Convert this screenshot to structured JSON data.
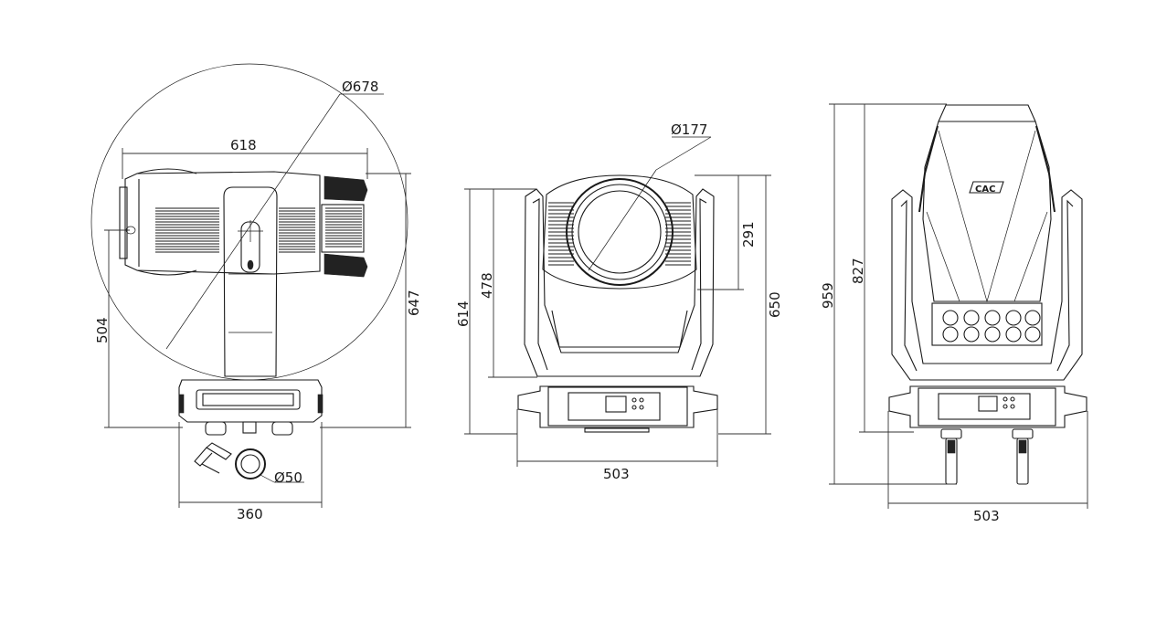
{
  "dimensions": {
    "side": {
      "head_diameter": "Ø678",
      "head_length": "618",
      "height_to_axis": "504",
      "total_height": "647",
      "clamp_diameter": "Ø50",
      "base_width": "360"
    },
    "front": {
      "lens_diameter": "Ø177",
      "head_top_offset": "291",
      "yoke_height": "478",
      "arm_height": "614",
      "total_height": "650",
      "base_width": "503"
    },
    "back": {
      "total_height": "959",
      "body_height": "827",
      "base_width": "503",
      "logo": "CAC"
    }
  }
}
